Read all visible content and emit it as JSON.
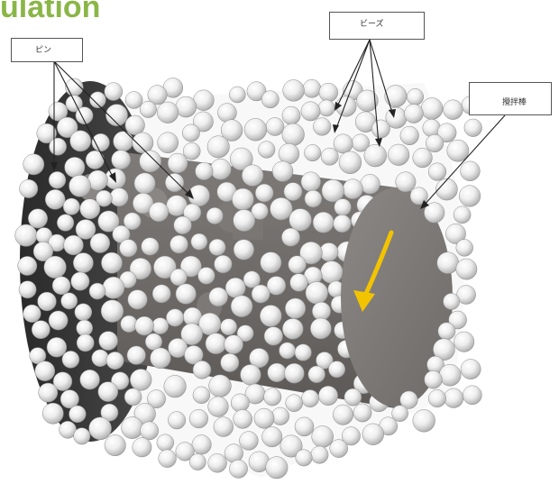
{
  "heading": {
    "text": "ulation",
    "color": "#8ab648"
  },
  "labels": {
    "pin": "ピン",
    "beads": "ビーズ",
    "stir_rod": "攪拌棒"
  },
  "arrow_color": "#f2c400",
  "icons": {
    "rotation_arrow": "curved-arrow-down-icon"
  }
}
